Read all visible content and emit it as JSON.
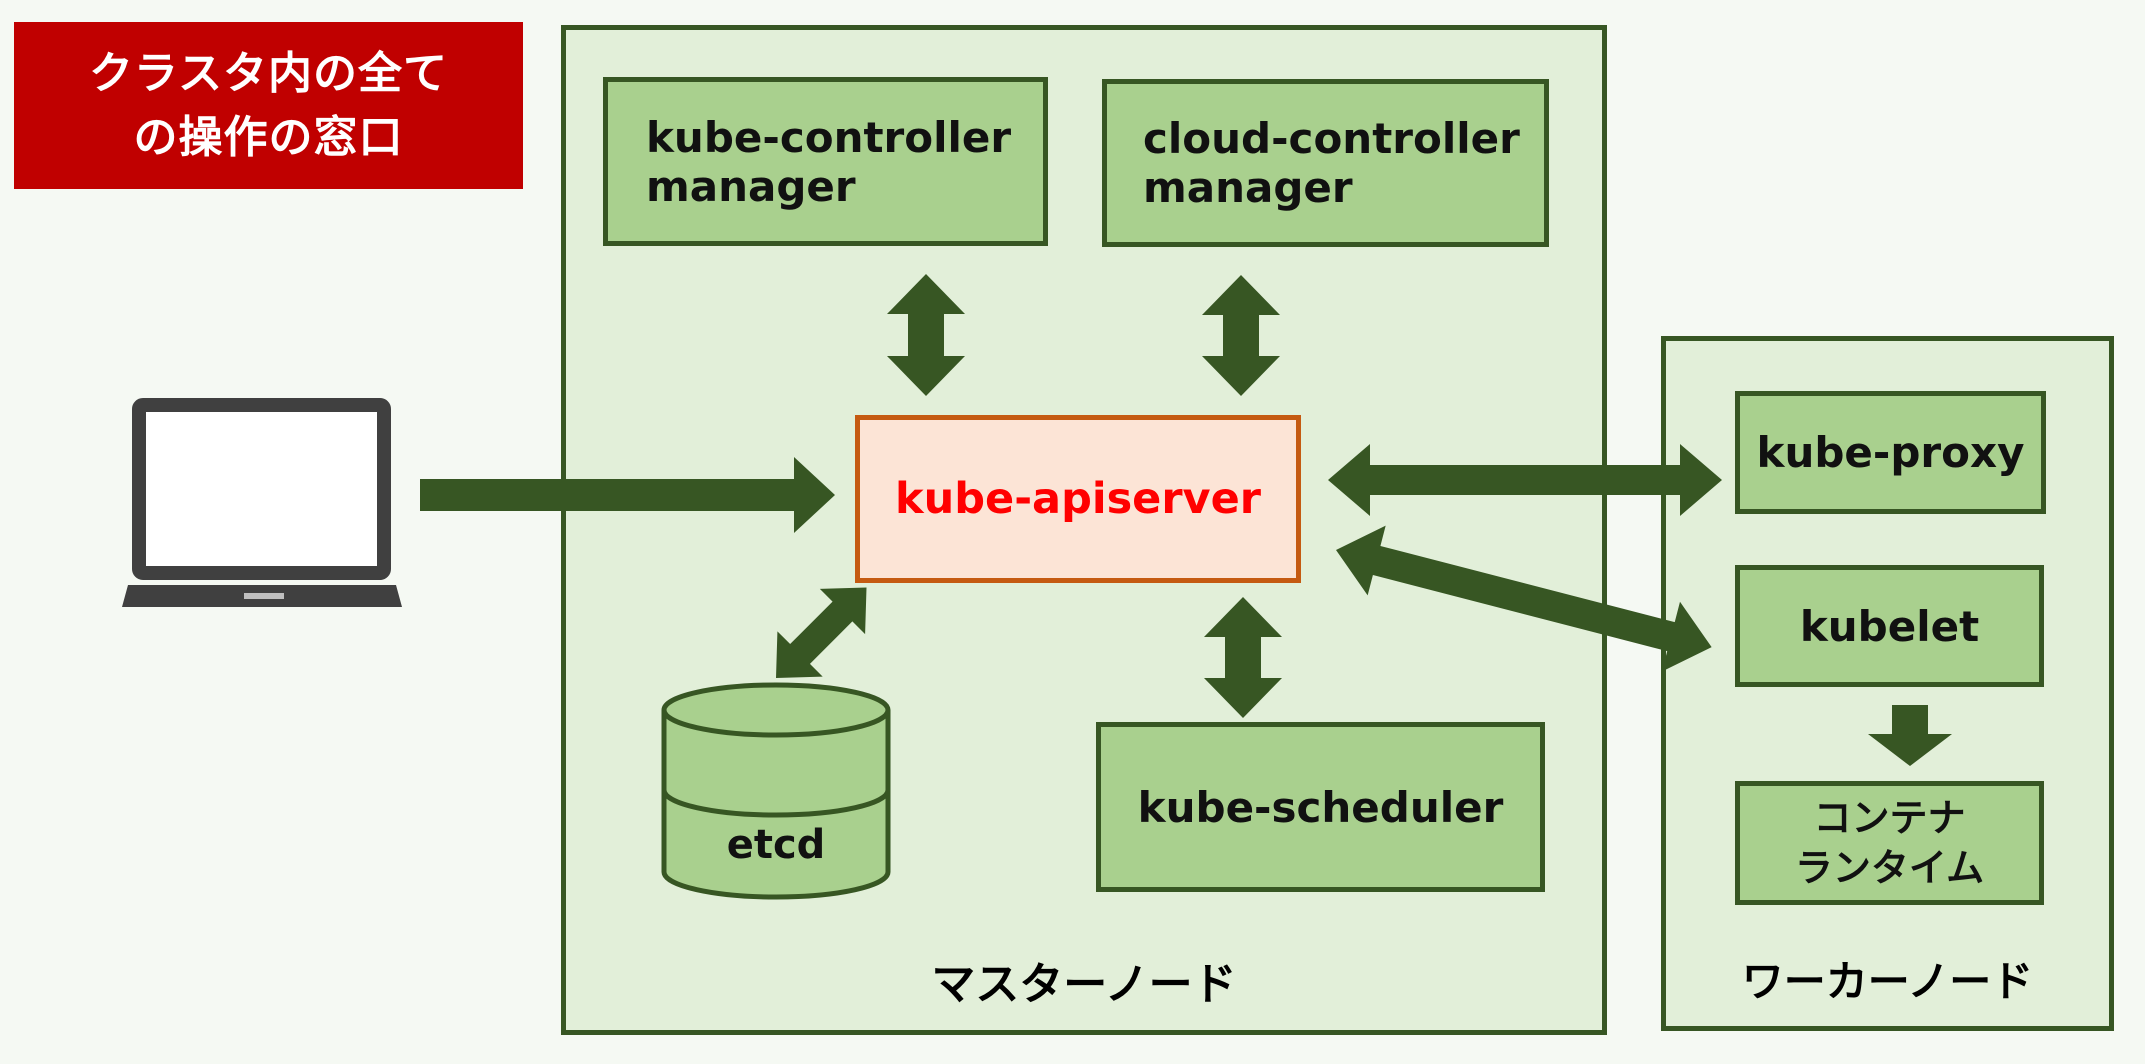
{
  "callout": {
    "line1": "クラスタ内の全て",
    "line2": "の操作の窓口"
  },
  "master": {
    "label": "マスターノード",
    "kube_controller_manager": {
      "line1": "kube-controller",
      "line2": "manager"
    },
    "cloud_controller_manager": {
      "line1": "cloud-controller",
      "line2": "manager"
    },
    "apiserver": "kube-apiserver",
    "etcd": "etcd",
    "scheduler": "kube-scheduler"
  },
  "worker": {
    "label": "ワーカーノード",
    "kube_proxy": "kube-proxy",
    "kubelet": "kubelet",
    "runtime": {
      "line1": "コンテナ",
      "line2": "ランタイム"
    }
  },
  "colors": {
    "background": "#f5f9f3",
    "node_fill": "#e2efd9",
    "component_fill": "#a9d08e",
    "dark_green": "#375623",
    "apiserver_fill": "#fce4d6",
    "apiserver_border": "#c55a11",
    "apiserver_text": "#ff0000",
    "callout_fill": "#c00000"
  },
  "icons": [
    "laptop-icon",
    "database-icon"
  ]
}
